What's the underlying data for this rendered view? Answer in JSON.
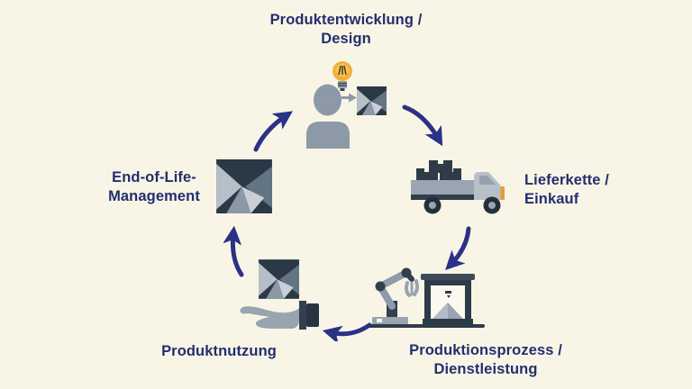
{
  "diagram_title": "Product lifecycle cycle",
  "colors": {
    "background": "#f8f5e6",
    "label_text": "#232e6f",
    "flow_arrow": "#2a3186",
    "icon_dark_navy": "#2e3b49",
    "icon_medium_gray": "#98a3b0",
    "icon_light_gray": "#b7bfc8",
    "bulb_yellow": "#f0b13a",
    "truck_orange": "#e79b3d"
  },
  "stages": {
    "design": {
      "line1": "Produktentwicklung /",
      "line2": "Design",
      "icon": "person-with-idea-and-product"
    },
    "supply": {
      "line1": "Lieferkette /",
      "line2": "Einkauf",
      "icon": "delivery-truck-with-crates"
    },
    "production": {
      "line1": "Produktionsprozess /",
      "line2": "Dienstleistung",
      "icon": "robot-arm-and-3d-printer"
    },
    "usage": {
      "line1": "Produktnutzung",
      "icon": "hand-holding-product-cube"
    },
    "end_of_life": {
      "line1": "End-of-Life-",
      "line2": "Management",
      "icon": "product-cube"
    }
  },
  "flow": {
    "type": "cycle",
    "direction": "clockwise",
    "order": [
      "design",
      "supply",
      "production",
      "usage",
      "end_of_life"
    ]
  }
}
